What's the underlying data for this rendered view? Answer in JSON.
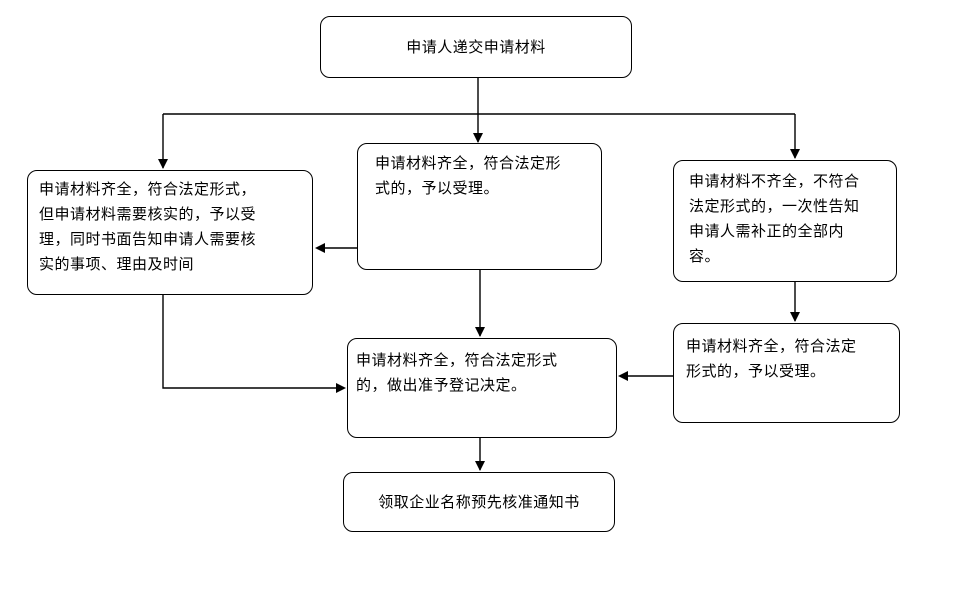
{
  "diagram": {
    "type": "flowchart",
    "colors": {
      "background": "#ffffff",
      "node_fill": "#ffffff",
      "node_border": "#000000",
      "line": "#000000",
      "text": "#000000"
    },
    "nodes": {
      "start": {
        "label": "申请人递交申请材料"
      },
      "verify": {
        "label": "申请材料齐全，符合法定形式，\n但申请材料需要核实的，予以受\n理，同时书面告知申请人需要核\n实的事项、理由及时间"
      },
      "accept": {
        "label": "申请材料齐全，符合法定形\n式的，予以受理。"
      },
      "incomplete": {
        "label": "申请材料不齐全，不符合\n法定形式的，一次性告知\n申请人需补正的全部内\n容。"
      },
      "resubmit": {
        "label": "申请材料齐全，符合法定\n形式的，予以受理。"
      },
      "decision": {
        "label": "申请材料齐全，符合法定形式\n的，做出准予登记决定。"
      },
      "end": {
        "label": "领取企业名称预先核准通知书"
      }
    },
    "edges": [
      {
        "from": "start",
        "to": "verify"
      },
      {
        "from": "start",
        "to": "accept"
      },
      {
        "from": "start",
        "to": "incomplete"
      },
      {
        "from": "accept",
        "to": "verify"
      },
      {
        "from": "verify",
        "to": "decision"
      },
      {
        "from": "accept",
        "to": "decision"
      },
      {
        "from": "incomplete",
        "to": "resubmit"
      },
      {
        "from": "resubmit",
        "to": "decision"
      },
      {
        "from": "decision",
        "to": "end"
      }
    ]
  }
}
